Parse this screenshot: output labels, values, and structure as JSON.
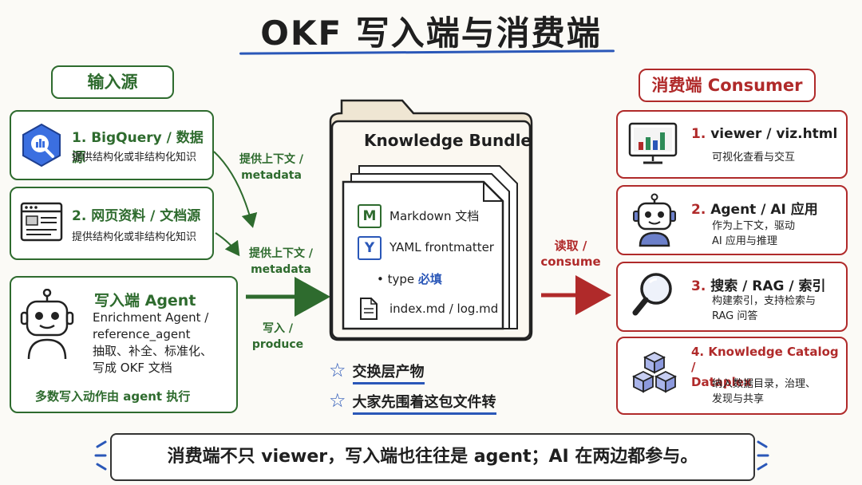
{
  "title": "OKF 写入端与消费端",
  "left_header": "输入源",
  "right_header": "消费端 Consumer",
  "sources": [
    {
      "title": "1. BigQuery / 数据源",
      "desc": "提供结构化或非结构化知识"
    },
    {
      "title": "2. 网页资料 / 文档源",
      "desc": "提供结构化或非结构化知识"
    }
  ],
  "writer": {
    "title": "写入端 Agent",
    "lines": [
      "Enrichment Agent /",
      "reference_agent",
      "抽取、补全、标准化、",
      "写成 OKF 文档"
    ],
    "footer": "多数写入动作由 agent 执行"
  },
  "arrow_labels": {
    "context1": [
      "提供上下文 /",
      "metadata"
    ],
    "context2": [
      "提供上下文 /",
      "metadata"
    ],
    "produce": [
      "写入 /",
      "produce"
    ],
    "consume": [
      "读取 /",
      "consume"
    ]
  },
  "bundle": {
    "title": "Knowledge Bundle",
    "items": [
      {
        "icon_letter": "M",
        "icon": "markdown-icon",
        "label": "Markdown 文档"
      },
      {
        "icon_letter": "Y",
        "icon": "yaml-icon",
        "label": "YAML frontmatter"
      }
    ],
    "type_bullet": "• type",
    "type_required": "必填",
    "file_label": "index.md / log.md"
  },
  "stars": [
    "交换层产物",
    "大家先围着这包文件转"
  ],
  "consumers": [
    {
      "num": "1.",
      "title": "viewer / viz.html",
      "desc": [
        "可视化查看与交互"
      ],
      "icon": "monitor-chart-icon"
    },
    {
      "num": "2.",
      "title": "Agent / AI 应用",
      "desc": [
        "作为上下文，驱动",
        "AI 应用与推理"
      ],
      "icon": "robot-icon"
    },
    {
      "num": "3.",
      "title": "搜索 / RAG / 索引",
      "desc": [
        "构建索引，支持检索与",
        "RAG 问答"
      ],
      "icon": "magnifier-icon"
    },
    {
      "num": "4.",
      "title": "Knowledge Catalog /",
      "title2": "Dataplex",
      "desc": [
        "纳入数据目录，治理、",
        "发现与共享"
      ],
      "icon": "cubes-icon"
    }
  ],
  "banner": "消费端不只 viewer，写入端也往往是 agent；AI 在两边都参与。",
  "colors": {
    "green": "#2e6b2e",
    "red": "#b02a2a",
    "blue": "#2a57b8"
  }
}
